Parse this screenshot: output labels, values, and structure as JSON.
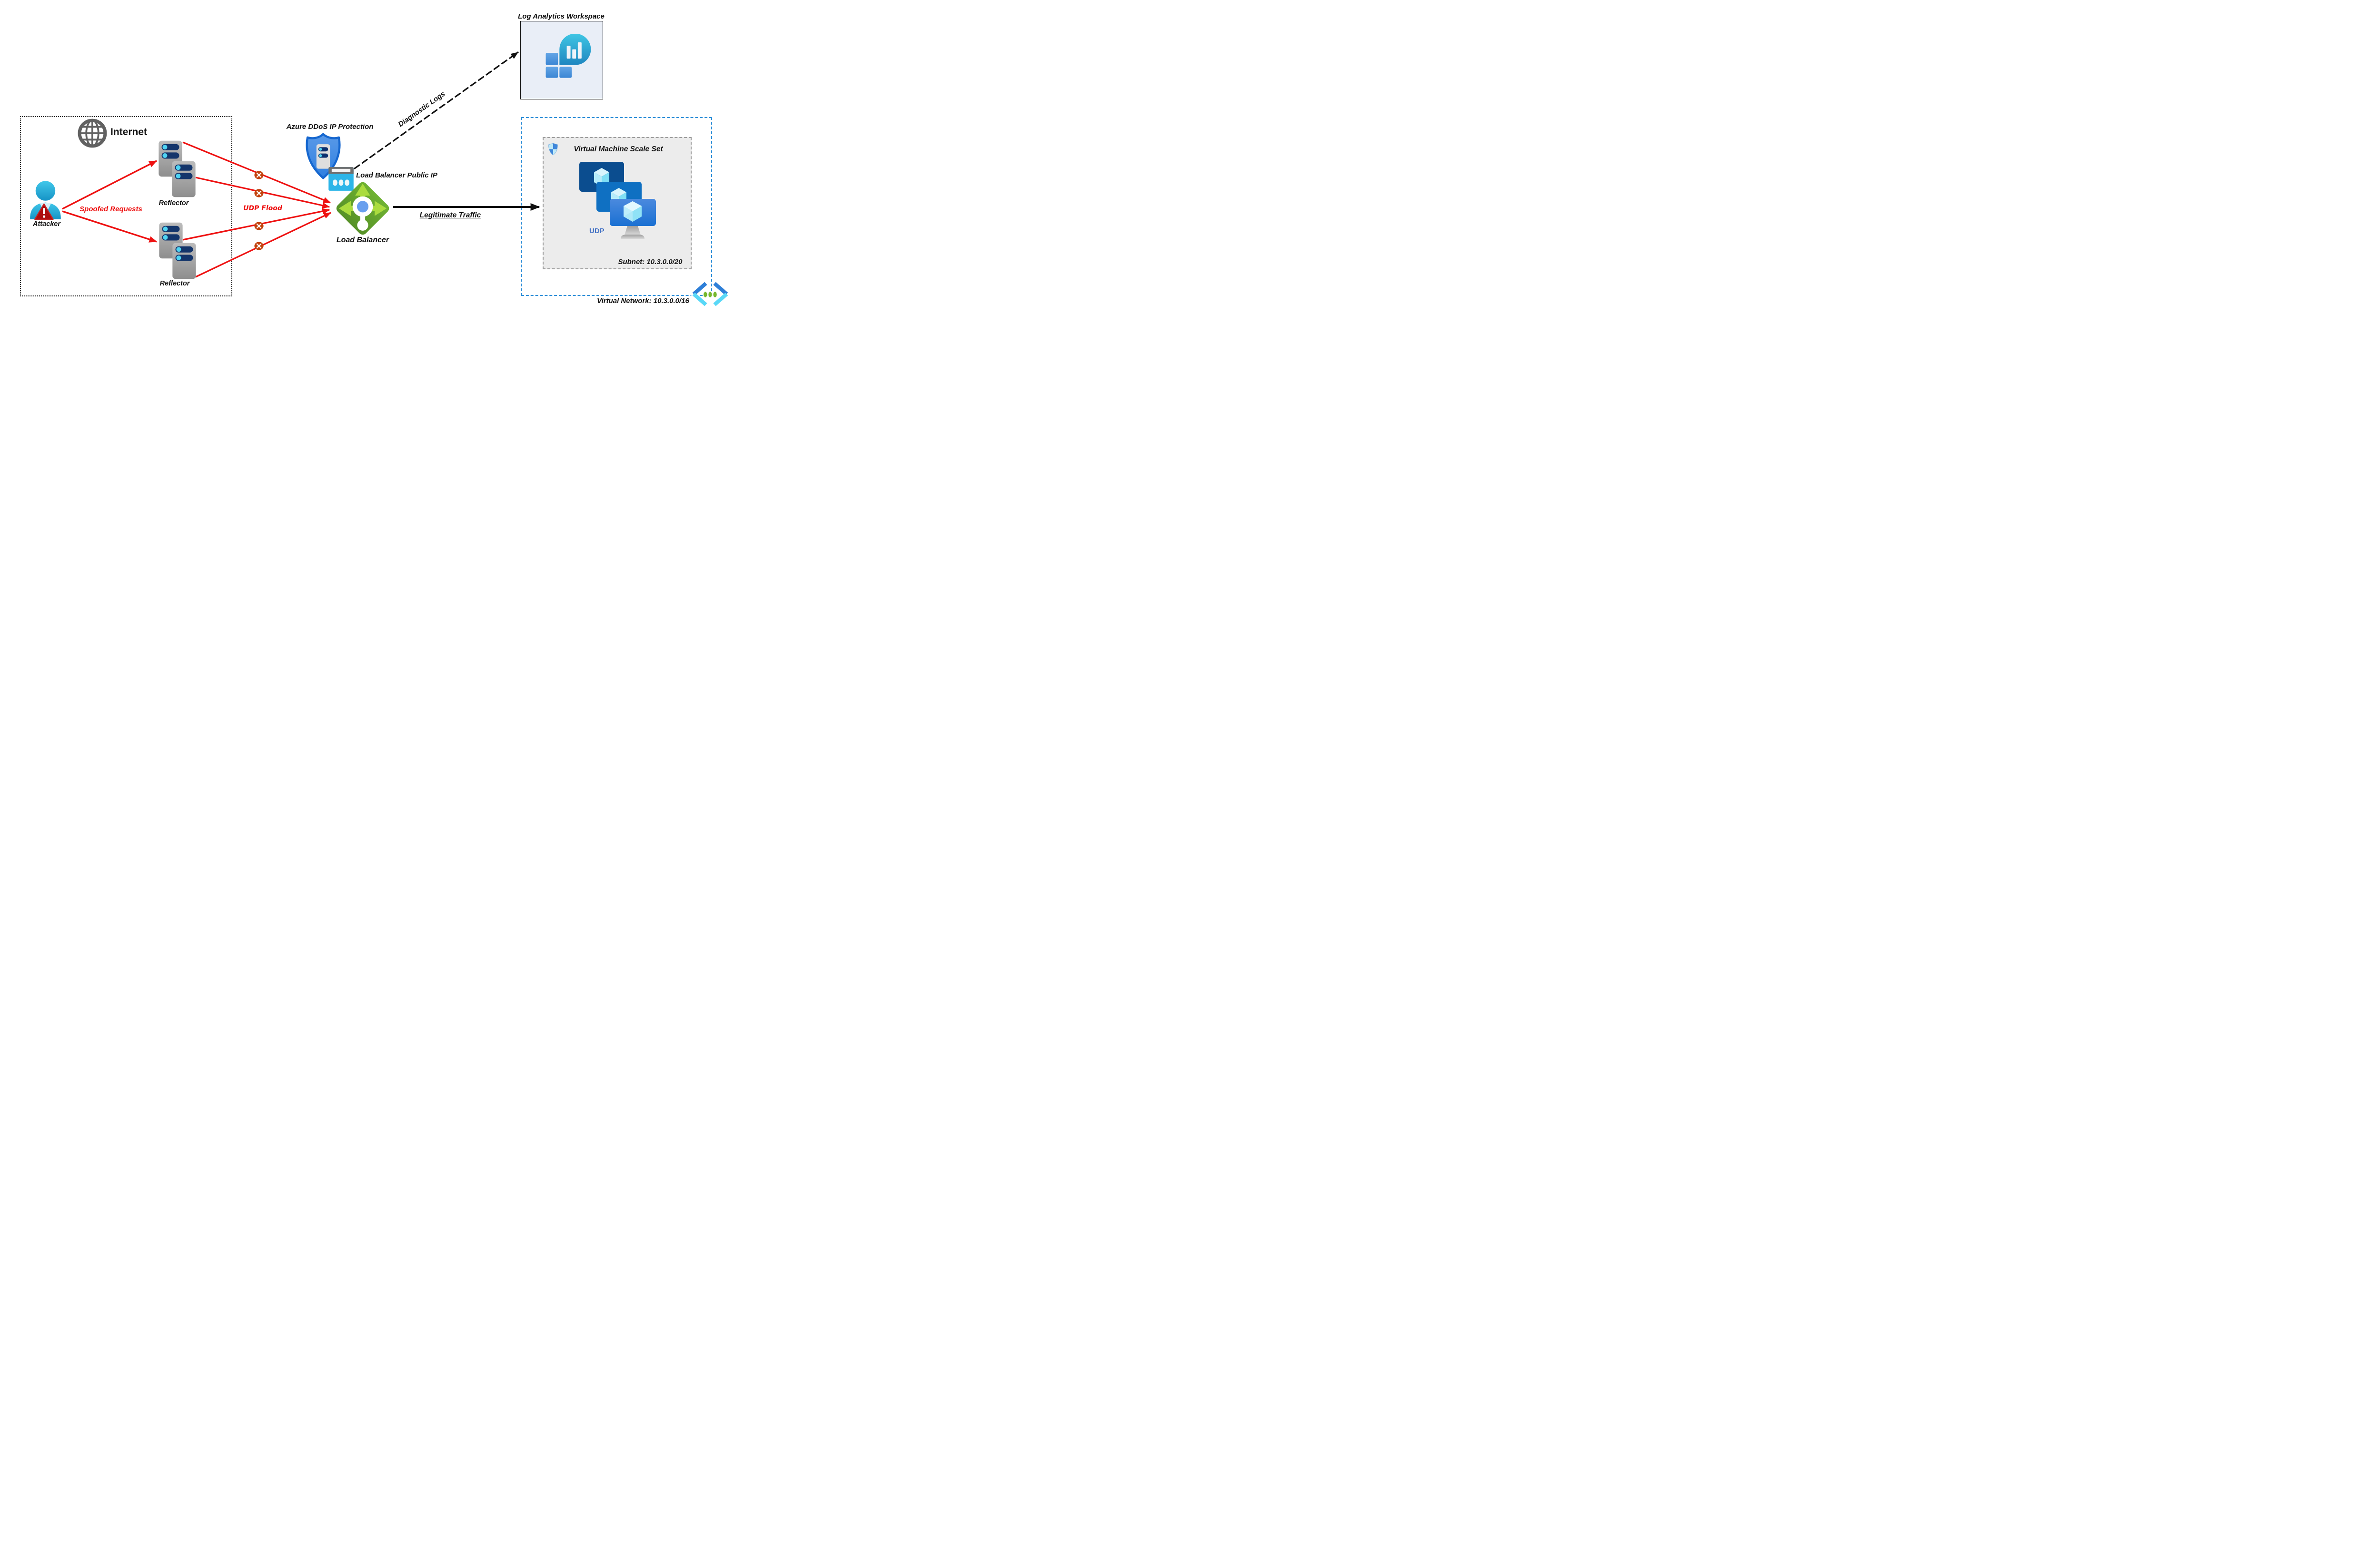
{
  "diagram": {
    "title_none": "",
    "internet_zone": {
      "label": "Internet"
    },
    "attacker": {
      "label": "Attacker"
    },
    "reflectors": [
      {
        "label": "Reflector"
      },
      {
        "label": "Reflector"
      }
    ],
    "flows": {
      "spoofed_requests": {
        "label": "Spoofed Requests",
        "color": "#ee1111",
        "style": "solid-red-arrow"
      },
      "udp_flood": {
        "label": "UDP Flood",
        "color": "#ee1111",
        "blocked_marks": 4,
        "style": "solid-red-arrows-with-x"
      },
      "legitimate_traffic": {
        "label": "Legitimate Traffic",
        "color": "#111111",
        "style": "solid-black-arrow"
      },
      "diagnostic_logs": {
        "label": "Diagnostic Logs",
        "color": "#111111",
        "style": "dashed-black-arrow"
      }
    },
    "ddos_protection": {
      "label": "Azure DDoS IP Protection"
    },
    "public_ip": {
      "label": "Load Balancer Public IP"
    },
    "load_balancer": {
      "label": "Load Balancer"
    },
    "log_analytics": {
      "label": "Log Analytics Workspace"
    },
    "vnet": {
      "label": "Virtual Network: 10.3.0.0/16"
    },
    "vmss": {
      "label": "Virtual Machine Scale Set",
      "protocol": "UDP",
      "subnet": "Subnet: 10.3.0.0/20",
      "vm_count": 3
    }
  },
  "colors": {
    "flow_red": "#ee1111",
    "blocked_badge": "#c2410c",
    "lb_green": "#63a82e",
    "lb_arrow_green": "#abdc3e",
    "azure_blue": "#2f7fe0",
    "cyan_icon": "#2db5e8",
    "udp_text_blue": "#4472c4",
    "vnet_border_blue": "#2f8fd8",
    "vmss_fill_gray": "#ececec",
    "law_fill": "#e9eef7"
  }
}
